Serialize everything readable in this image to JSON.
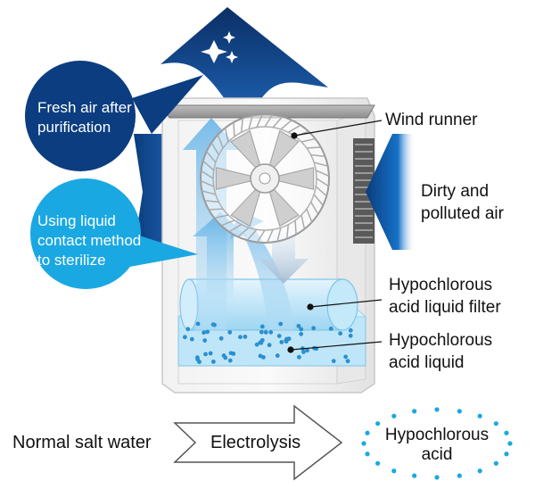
{
  "labels": {
    "wind_runner": "Wind runner",
    "dirty_air": [
      "Dirty and",
      "polluted air"
    ],
    "hypochlorous_filter": [
      "Hypochlorous",
      "acid liquid filter"
    ],
    "hypochlorous_liquid": [
      "Hypochlorous",
      "acid liquid"
    ]
  },
  "bubbles": {
    "fresh_air": [
      "Fresh air after",
      "purification"
    ],
    "sterilize": [
      "Using liquid",
      "contact method",
      "to sterilize"
    ]
  },
  "process": {
    "input": "Normal salt water",
    "step": "Electrolysis",
    "output": [
      "Hypochlorous",
      "acid"
    ]
  },
  "colors": {
    "dark_blue": "#0a3d7c",
    "light_blue": "#1aa8e2",
    "water_blue": "#8fd0f2",
    "dot_blue": "#2a8fd0"
  }
}
